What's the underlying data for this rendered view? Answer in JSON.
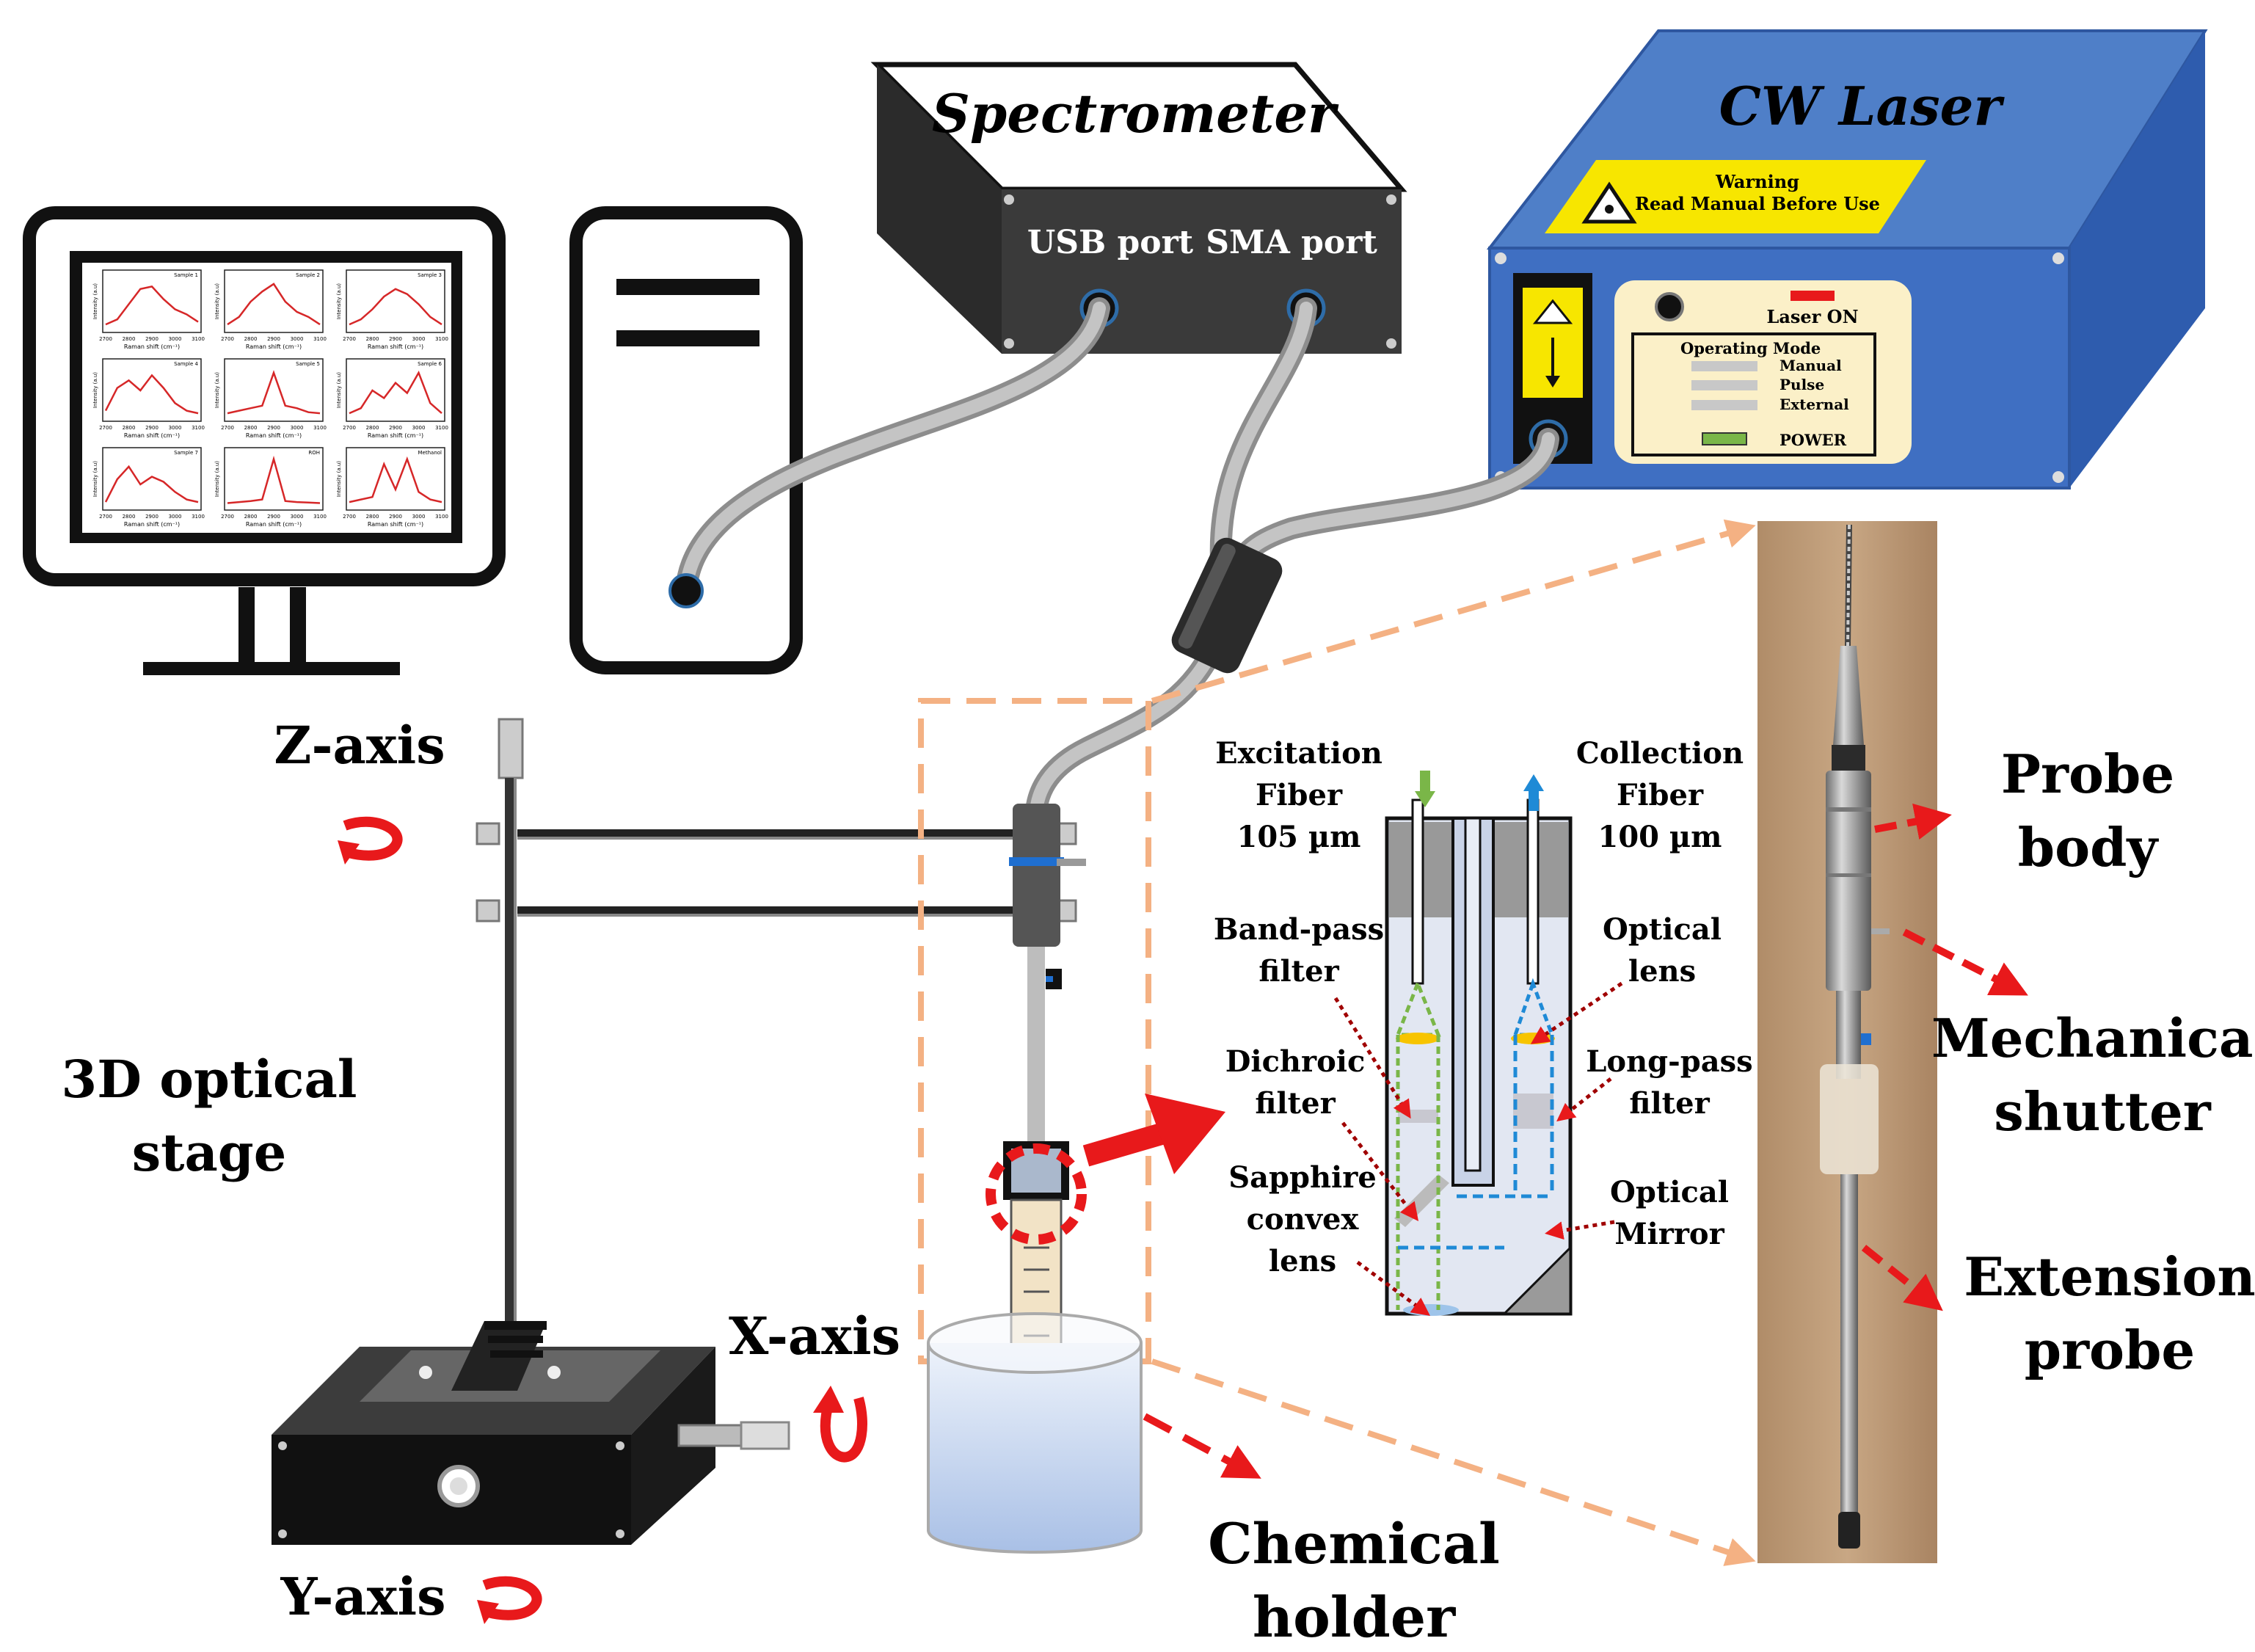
{
  "devices": {
    "spectrometer": {
      "title": "Spectrometer",
      "usb_port": "USB port",
      "sma_port": "SMA port"
    },
    "laser": {
      "title": "CW Laser",
      "warning_1": "Warning",
      "warning_2": "Read Manual Before Use",
      "laser_on": "Laser ON",
      "operating_mode": "Operating Mode",
      "mode_manual": "Manual",
      "mode_pulse": "Pulse",
      "mode_external": "External",
      "power": "POWER"
    }
  },
  "monitor": {
    "plots": [
      {
        "legend": "Sample 1",
        "color": "#d62728"
      },
      {
        "legend": "Sample 2",
        "color": "#d62728"
      },
      {
        "legend": "Sample 3",
        "color": "#d62728"
      },
      {
        "legend": "Sample 4",
        "color": "#d62728"
      },
      {
        "legend": "Sample 5",
        "color": "#d62728"
      },
      {
        "legend": "Sample 6",
        "color": "#d62728"
      },
      {
        "legend": "Sample 7",
        "color": "#d62728"
      },
      {
        "legend": "ROH",
        "color": "#d62728"
      },
      {
        "legend": "Methanol",
        "color": "#d62728"
      }
    ],
    "ylabel": "Intensity (a.u)",
    "xlabel": "Raman shift (cm⁻¹)",
    "xticks": [
      "2700",
      "2800",
      "2900",
      "3000",
      "3100"
    ]
  },
  "stage": {
    "z_axis": "Z-axis",
    "x_axis": "X-axis",
    "y_axis": "Y-axis",
    "title_1": "3D optical",
    "title_2": "stage"
  },
  "probe_schematic": {
    "excitation_1": "Excitation",
    "excitation_2": "Fiber",
    "excitation_3": "105 µm",
    "collection_1": "Collection",
    "collection_2": "Fiber",
    "collection_3": "100 µm",
    "bandpass_1": "Band-pass",
    "bandpass_2": "filter",
    "dichroic_1": "Dichroic",
    "dichroic_2": "filter",
    "sapphire_1": "Sapphire",
    "sapphire_2": "convex",
    "sapphire_3": "lens",
    "optical_lens_1": "Optical",
    "optical_lens_2": "lens",
    "longpass_1": "Long-pass",
    "longpass_2": "filter",
    "mirror_1": "Optical",
    "mirror_2": "Mirror"
  },
  "photo_labels": {
    "probe_body_1": "Probe",
    "probe_body_2": "body",
    "shutter_1": "Mechanical",
    "shutter_2": "shutter",
    "extension_1": "Extension",
    "extension_2": "probe"
  },
  "chemical_holder": {
    "line_1": "Chemical",
    "line_2": "holder"
  },
  "colors": {
    "laser_blue": "#4f7fc8",
    "warning_yellow": "#f7e600",
    "arrow_red": "#e8191b",
    "dash_orange": "#f4b183",
    "excitation_green": "#7ab648",
    "collection_blue": "#1f8ad6"
  }
}
